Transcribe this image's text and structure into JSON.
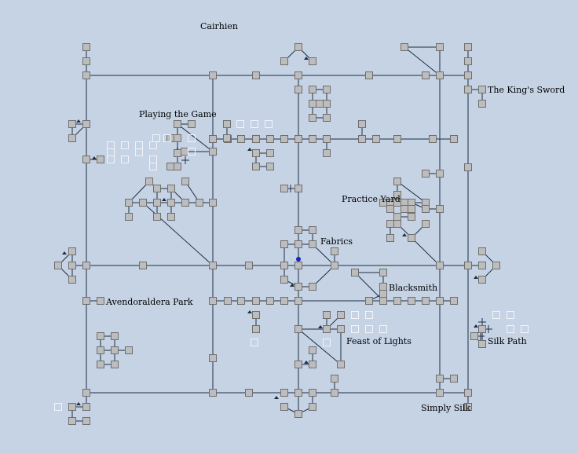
{
  "map": {
    "title": "Cairhien",
    "colors": {
      "background": "#c5d3e5",
      "road": "#1d2c44",
      "node_fill": "#bdbdbd",
      "node_stroke": "#6f6f6f",
      "ghost_stroke": "#f2f4f8",
      "current_marker": "#1a22c8"
    },
    "labels": {
      "kings_sword": "The King's Sword",
      "playing_the_game": "Playing the Game",
      "practice_yard": "Practice Yard",
      "fabrics": "Fabrics",
      "blacksmith": "Blacksmith",
      "avendoraldera_park": "Avendoraldera Park",
      "feast_of_lights": "Feast of Lights",
      "silk_path": "Silk Path",
      "simply_silk": "Simply Silk"
    },
    "current_location": "player-location-marker",
    "icons": [
      "room-node",
      "unexplored-room",
      "up-exit-arrow",
      "cross-exit-marker",
      "player-location-marker"
    ]
  }
}
